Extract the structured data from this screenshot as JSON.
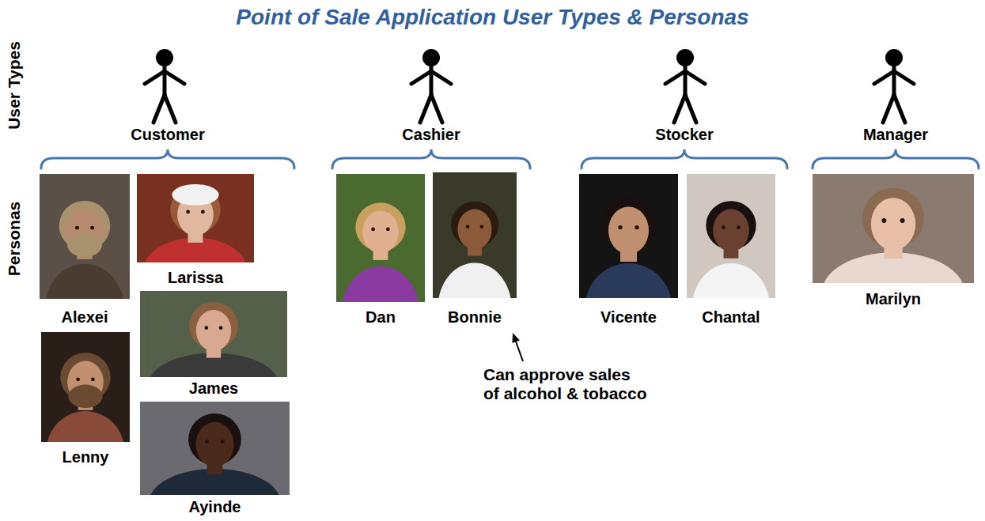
{
  "diagram": {
    "title": "Point of Sale Application User Types & Personas",
    "nodes": [
      {
        "text": [
          "Customer"
        ]
      },
      {
        "text": [
          "Alexei"
        ],
        "in": 0
      },
      {
        "text": [
          "Larissa"
        ],
        "in": 0
      },
      {
        "text": [
          "James"
        ],
        "in": 0
      },
      {
        "text": [
          "Lenny"
        ],
        "in": 0
      },
      {
        "text": [
          "Ayinde"
        ],
        "in": 0
      },
      {
        "text": [
          "Cashier"
        ]
      },
      {
        "text": [
          "Dan"
        ],
        "in": 6
      },
      {
        "text": [
          "Bonnie"
        ],
        "in": 6
      },
      {
        "text": [
          "Stocker"
        ]
      },
      {
        "text": [
          "Vicente"
        ],
        "in": 9
      },
      {
        "text": [
          "Chantal"
        ],
        "in": 9
      },
      {
        "text": [
          "Manager"
        ]
      },
      {
        "text": [
          "Marilyn"
        ],
        "in": 12
      }
    ],
    "labels": [
      "User Types",
      "Personas",
      "Can approve sales of alcohol & tobacco"
    ]
  }
}
